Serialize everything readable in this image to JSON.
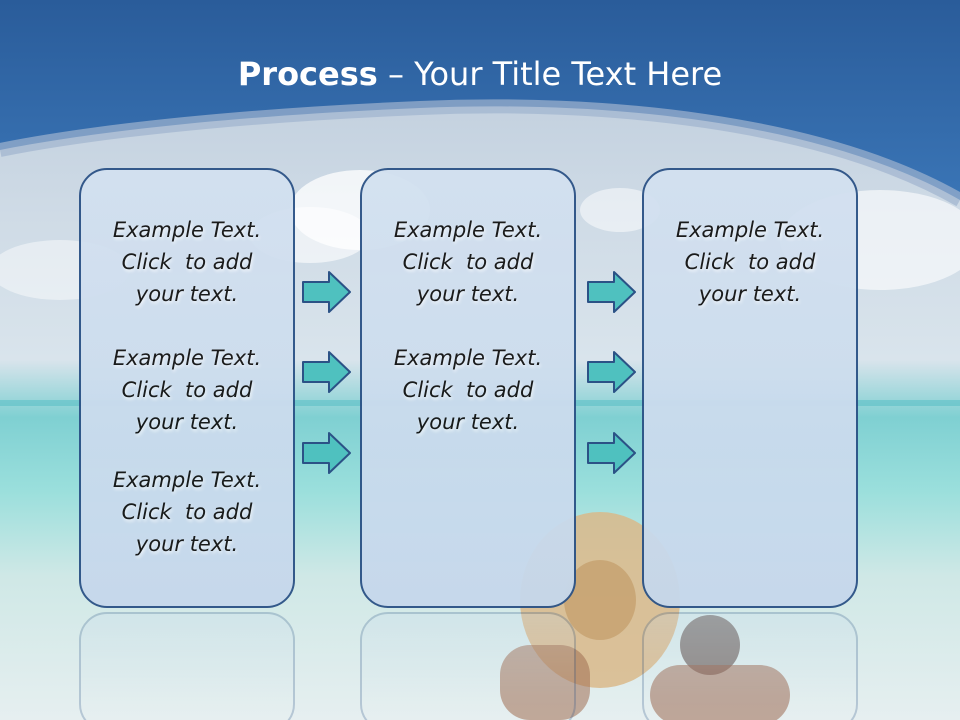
{
  "slide": {
    "title_bold": "Process",
    "title_rest": " – Your Title Text Here"
  },
  "columns": [
    {
      "items": [
        {
          "l1": "Example Text.",
          "l2": "Click  to add",
          "l3": "your text."
        },
        {
          "l1": "Example Text.",
          "l2": "Click  to add",
          "l3": "your text."
        },
        {
          "l1": "Example Text.",
          "l2": "Click  to add",
          "l3": "your text."
        }
      ]
    },
    {
      "items": [
        {
          "l1": "Example Text.",
          "l2": "Click  to add",
          "l3": "your text."
        },
        {
          "l1": "Example Text.",
          "l2": "Click  to add",
          "l3": "your text."
        }
      ]
    },
    {
      "items": [
        {
          "l1": "Example Text.",
          "l2": "Click  to add",
          "l3": "your text."
        }
      ]
    }
  ],
  "colors": {
    "header_blue": "#2d64a3",
    "box_border": "#2b5286",
    "arrow_fill": "#4fc1bf"
  }
}
